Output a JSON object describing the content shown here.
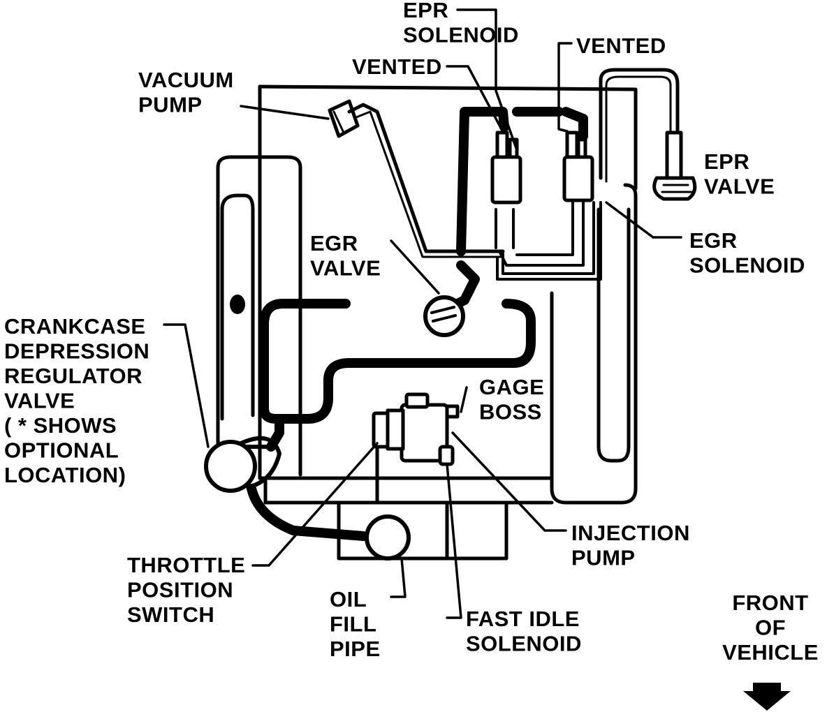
{
  "colors": {
    "ink": "#000000",
    "paper": "#ffffff"
  },
  "labels": {
    "epr_solenoid": [
      "EPR",
      "SOLENOID"
    ],
    "vented_left": [
      "VENTED"
    ],
    "vented_right": [
      "VENTED"
    ],
    "vacuum_pump": [
      "VACUUM",
      "PUMP"
    ],
    "epr_valve": [
      "EPR",
      "VALVE"
    ],
    "egr_valve": [
      "EGR",
      "VALVE"
    ],
    "egr_solenoid": [
      "EGR",
      "SOLENOID"
    ],
    "crankcase": [
      "CRANKCASE",
      "DEPRESSION",
      "REGULATOR",
      "VALVE",
      "( * SHOWS",
      "OPTIONAL",
      "LOCATION)"
    ],
    "gage_boss": [
      "GAGE",
      "BOSS"
    ],
    "injection_pump": [
      "INJECTION",
      "PUMP"
    ],
    "throttle_switch": [
      "THROTTLE",
      "POSITION",
      "SWITCH"
    ],
    "oil_fill": [
      "OIL",
      "FILL",
      "PIPE"
    ],
    "fast_idle": [
      "FAST IDLE",
      "SOLENOID"
    ],
    "front": [
      "FRONT",
      "OF",
      "VEHICLE"
    ]
  },
  "icons": {
    "front_arrow": "down-arrow-icon",
    "optional_marker": "asterisk-marker-icon"
  }
}
